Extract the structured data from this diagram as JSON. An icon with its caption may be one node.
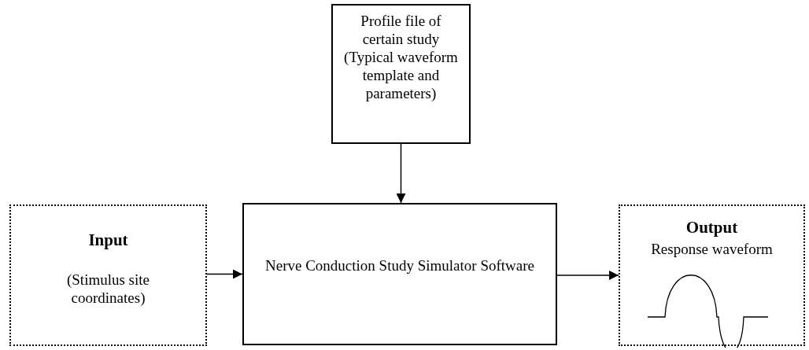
{
  "diagram": {
    "nodes": [
      {
        "text": [
          "Profile file of certain study",
          "(Typical waveform template and parameters)"
        ]
      },
      {
        "text": [
          "Input",
          "(Stimulus site coordinates)"
        ]
      },
      {
        "text": [
          "Nerve Conduction Study Simulator Software"
        ]
      },
      {
        "text": [
          "Output",
          "Response waveform"
        ]
      }
    ],
    "edges": [
      {
        "from": 0,
        "to": 2,
        "arrow": "to"
      },
      {
        "from": 1,
        "to": 2,
        "arrow": "to"
      },
      {
        "from": 2,
        "to": 3,
        "arrow": "to"
      }
    ]
  }
}
